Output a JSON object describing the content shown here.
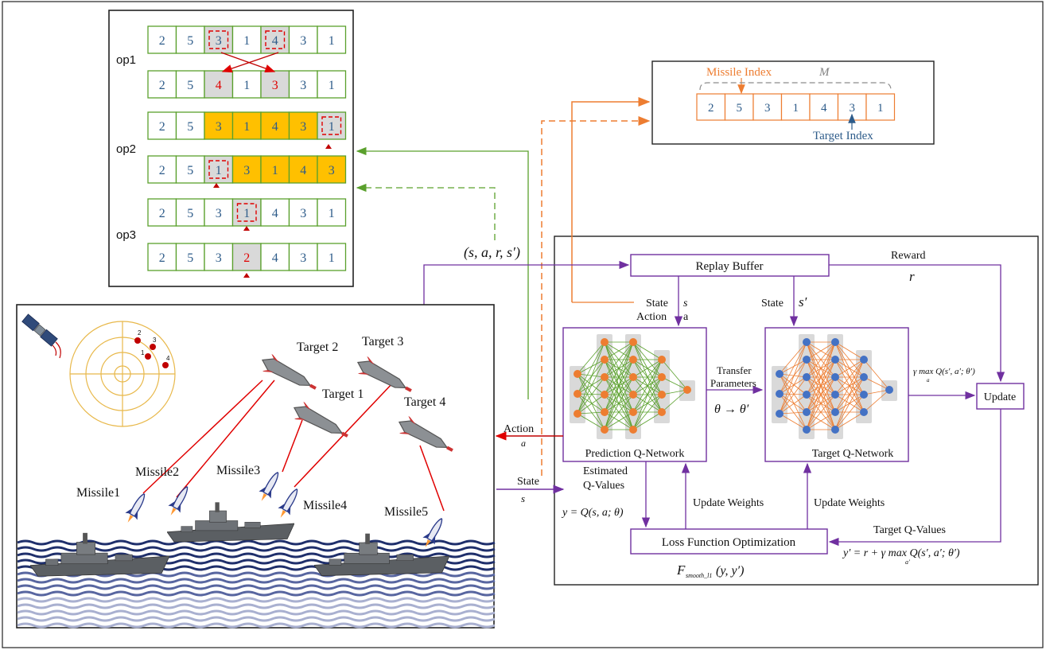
{
  "colors": {
    "green": "#5aa02c",
    "orange": "#ed7d31",
    "purple": "#7030a0",
    "red": "#e00000",
    "gold": "#ffc000",
    "blue_text": "#2e5c8a",
    "gray_cell": "#d9d9d9",
    "radar": "#e8b84a",
    "node_orange": "#ed7d31",
    "node_blue": "#4472c4"
  },
  "ops": {
    "op1_label": "op1",
    "op2_label": "op2",
    "op3_label": "op3",
    "rows": [
      {
        "cells": [
          "2",
          "5",
          "3",
          "1",
          "4",
          "3",
          "1"
        ]
      },
      {
        "cells": [
          "2",
          "5",
          "4",
          "1",
          "3",
          "3",
          "1"
        ]
      },
      {
        "cells": [
          "2",
          "5",
          "3",
          "1",
          "4",
          "3",
          "1"
        ]
      },
      {
        "cells": [
          "2",
          "5",
          "1",
          "3",
          "1",
          "4",
          "3"
        ]
      },
      {
        "cells": [
          "2",
          "5",
          "3",
          "1",
          "4",
          "3",
          "1"
        ]
      },
      {
        "cells": [
          "2",
          "5",
          "3",
          "2",
          "4",
          "3",
          "1"
        ]
      }
    ]
  },
  "encoding": {
    "missile_index": "Missile Index",
    "m_label": "M",
    "target_index": "Target Index",
    "cells": [
      "2",
      "5",
      "3",
      "1",
      "4",
      "3",
      "1"
    ]
  },
  "tuple_label": "(s, a, r, s′)",
  "dqn": {
    "replay_buffer": "Replay Buffer",
    "reward": "Reward",
    "r": "r",
    "state_left": "State",
    "action_left": "Action",
    "s_sym": "s",
    "a_sym": "a",
    "state_right": "State",
    "s_prime": "s′",
    "transfer1": "Transfer",
    "transfer2": "Parameters",
    "theta": "θ → θ′",
    "prediction": "Prediction Q-Network",
    "target_net": "Target Q-Network",
    "update": "Update",
    "gamma_max": "γ max Q(s′, a′; θ′)",
    "gamma_sub": "a",
    "estimated1": "Estimated",
    "estimated2": "Q-Values",
    "y_eq": "y = Q(s, a; θ)",
    "update_weights_l": "Update Weights",
    "update_weights_r": "Update Weights",
    "loss": "Loss Function Optimization",
    "target_qvalues": "Target Q-Values",
    "y_prime": "y′ = r + γ max Q(s′, a′; θ′)",
    "y_prime_sub": "a′",
    "f_smooth": "F",
    "f_sub": "smooth_l1",
    "f_args": "(y, y′)"
  },
  "env": {
    "action": "Action",
    "a": "a",
    "state": "State",
    "s": "s",
    "targets": [
      "Target 2",
      "Target 3",
      "Target 1",
      "Target 4"
    ],
    "missiles": [
      "Missile1",
      "Missile2",
      "Missile3",
      "Missile4",
      "Missile5"
    ],
    "radar_dots": [
      "2",
      "3",
      "1",
      "4"
    ]
  }
}
